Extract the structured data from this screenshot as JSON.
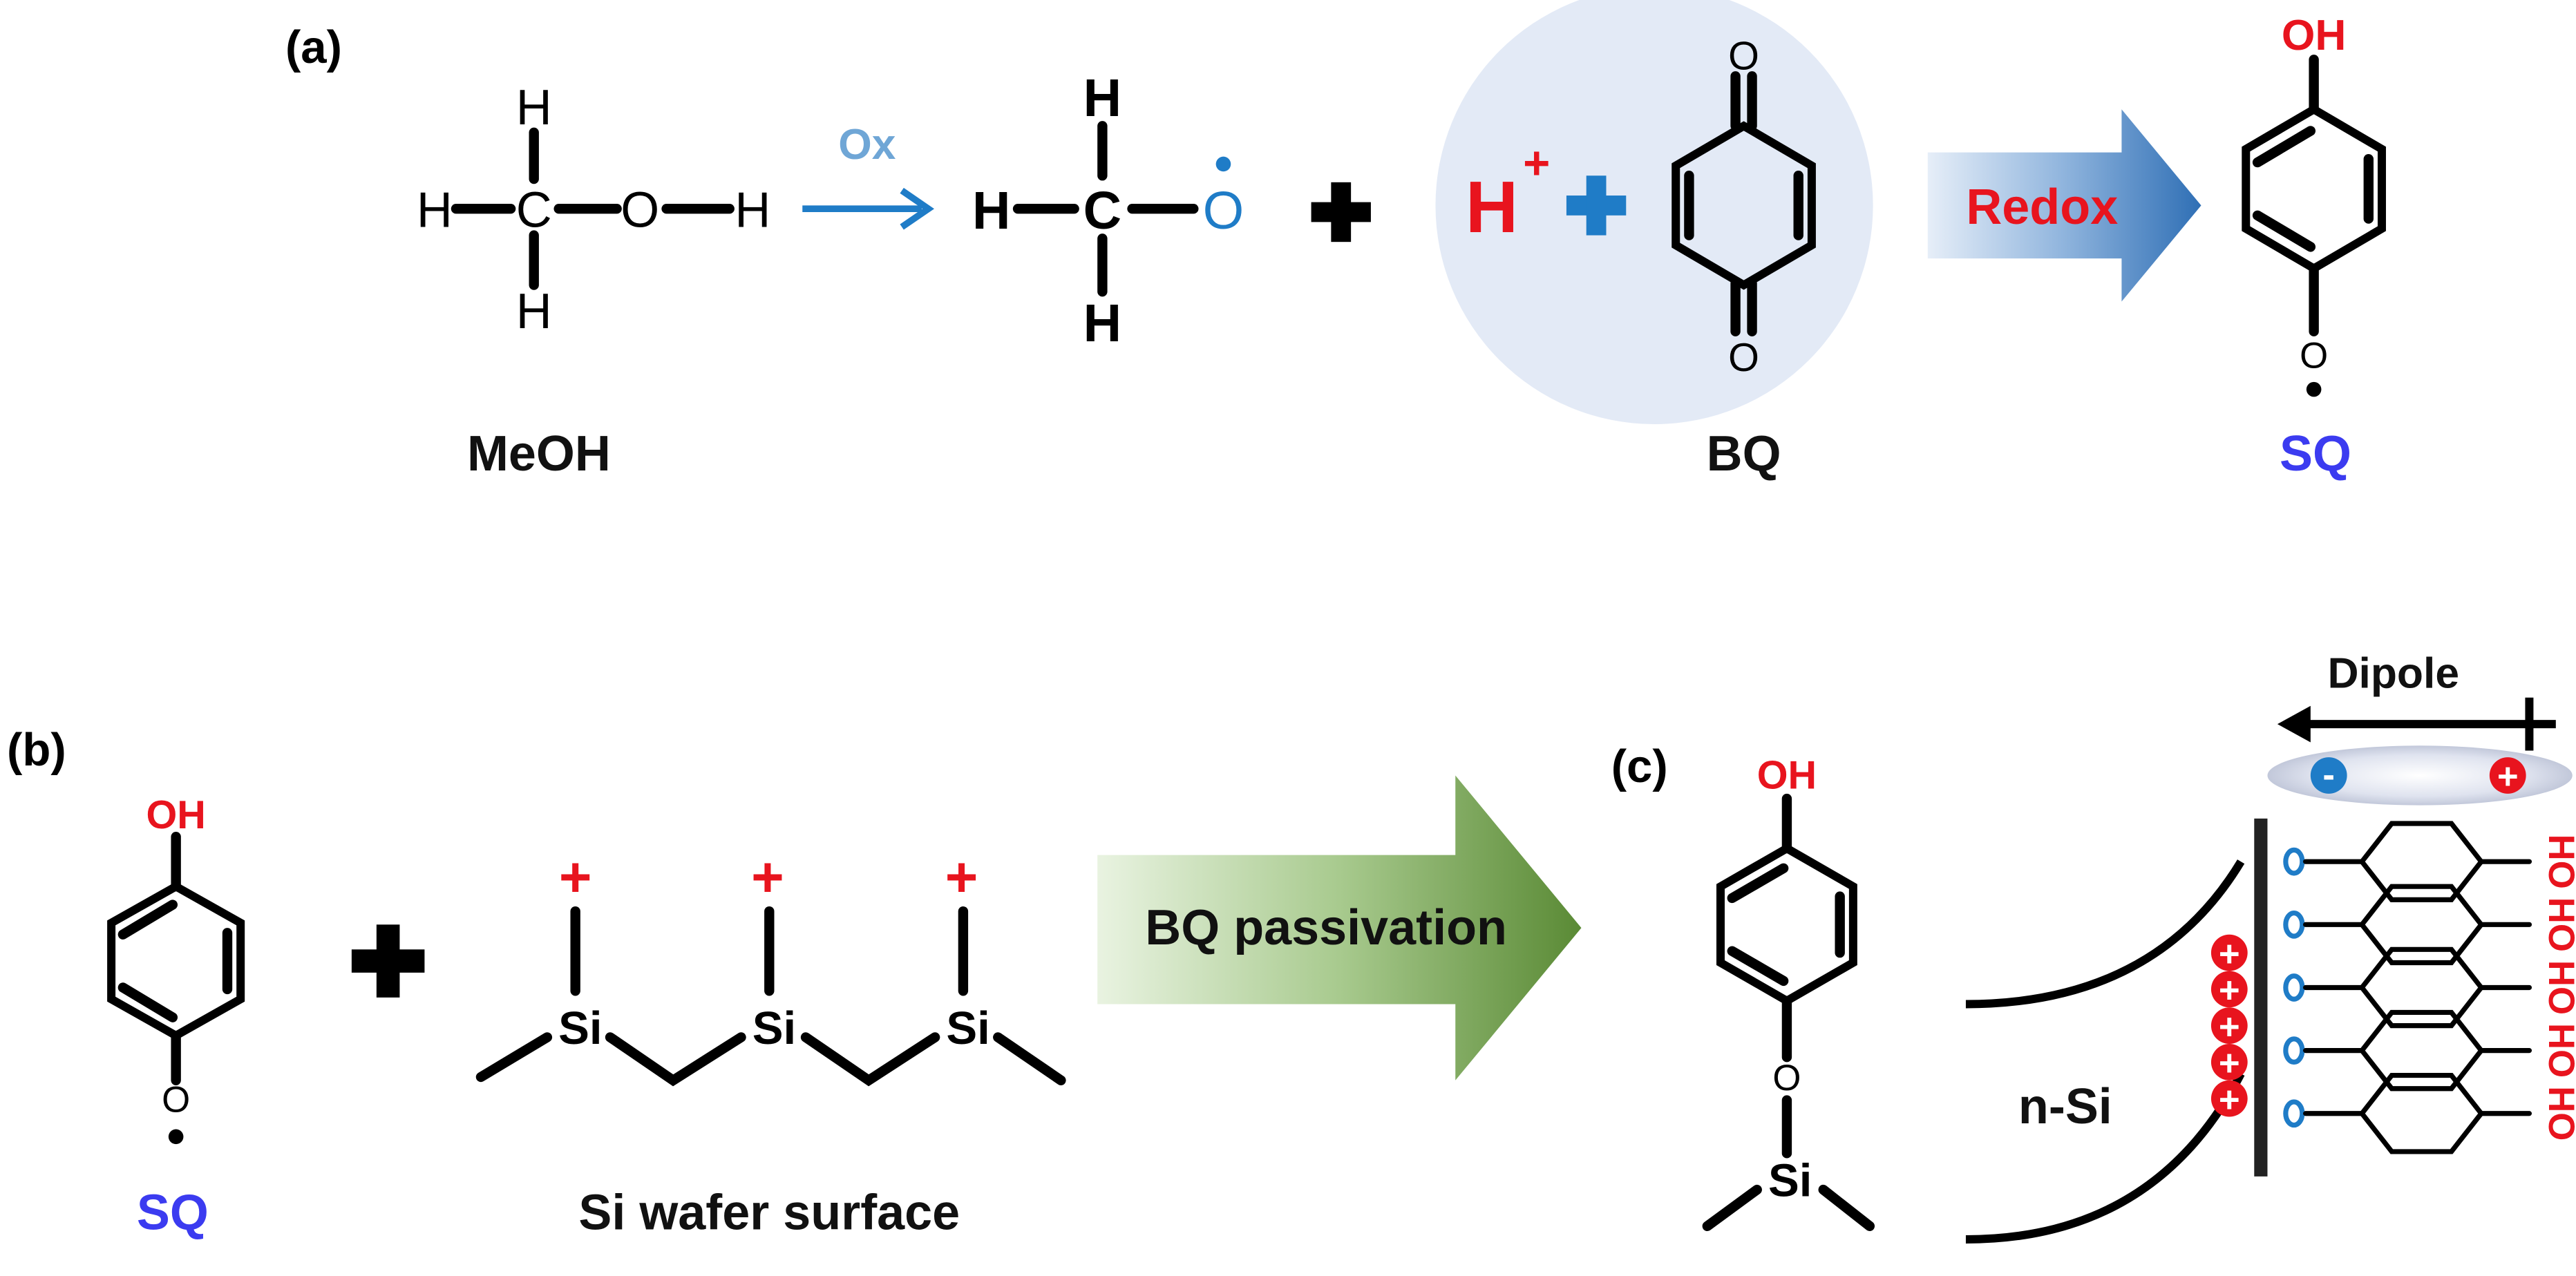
{
  "panels": {
    "a": "(a)",
    "b": "(b)",
    "c": "(c)"
  },
  "atoms": {
    "H": "H",
    "C": "C",
    "O": "O",
    "Si": "Si",
    "OH": "OH"
  },
  "labels": {
    "meoh": "MeOH",
    "bq": "BQ",
    "sq": "SQ",
    "ox": "Ox",
    "redox": "Redox",
    "bq_passivation": "BQ passivation",
    "wafer": "Si wafer surface",
    "nsi": "n-Si",
    "dipole": "Dipole",
    "ho": "HO"
  },
  "symbols": {
    "plus": "+",
    "minus": "-",
    "hplus": "H",
    "sup_plus": "+"
  },
  "colors": {
    "red": "#e8141e",
    "blue": "#1f7cc7",
    "light_blue": "#6fa6d6",
    "sq_blue": "#3b3bf0",
    "circle_bg": "#e3eaf6",
    "green_dark": "#5c8a38"
  }
}
